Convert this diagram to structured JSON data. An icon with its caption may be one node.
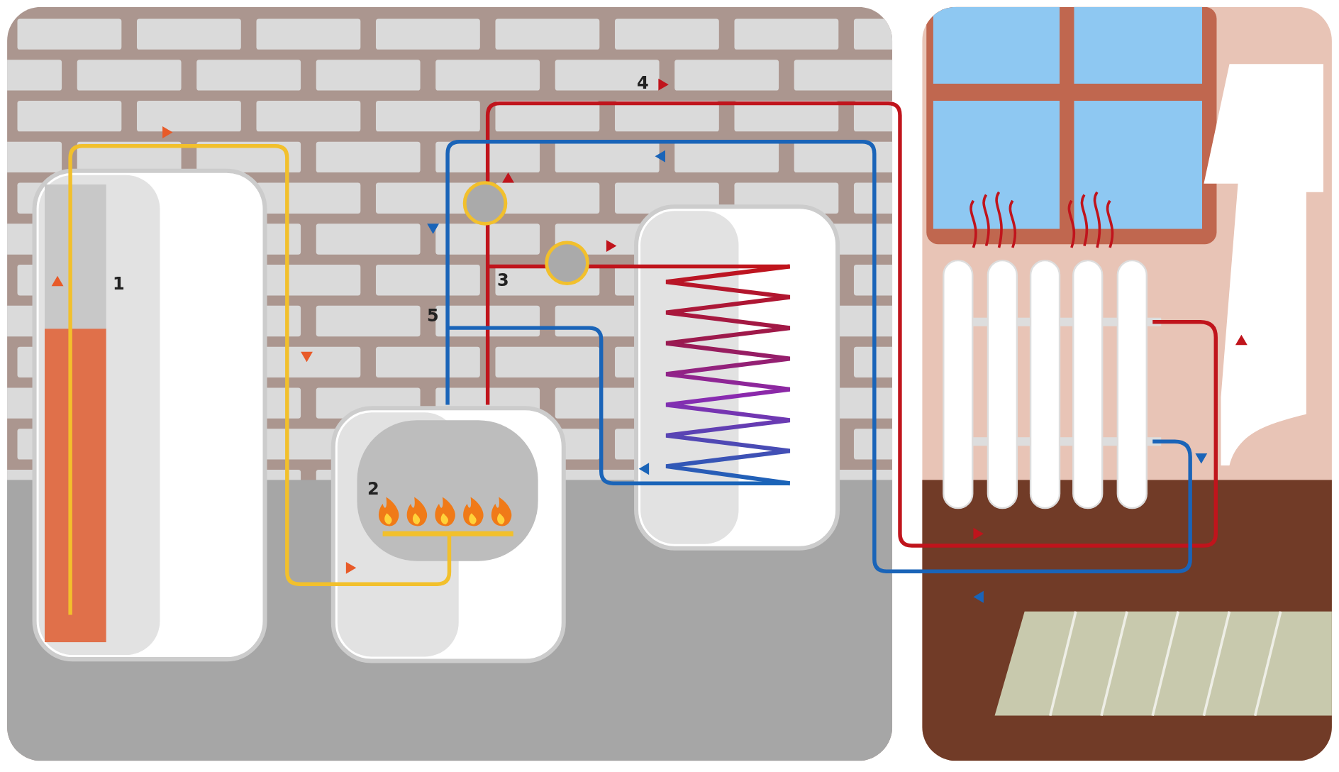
{
  "diagram": {
    "labels": [
      "4",
      "1",
      "3",
      "5",
      "2"
    ]
  }
}
